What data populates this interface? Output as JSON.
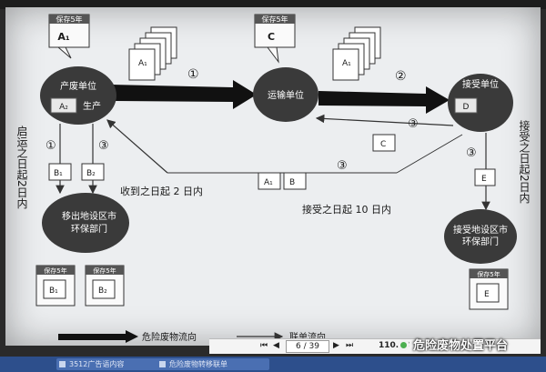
{
  "diagram": {
    "node_generator": {
      "label_top": "产废单位",
      "label_sub": "生产",
      "doc_in_note": "A₂"
    },
    "node_transporter": {
      "label": "运输单位"
    },
    "node_receiver": {
      "label": "接受单位",
      "doc": "D"
    },
    "node_source_epa": {
      "label_l1": "移出地设区市",
      "label_l2": "环保部门"
    },
    "node_dest_epa": {
      "label_l1": "接受地设区市",
      "label_l2": "环保部门"
    },
    "note_a1": {
      "title": "保存5年",
      "doc": "A₁"
    },
    "note_c": {
      "title": "保存5年",
      "doc": "C"
    },
    "keep_b1": {
      "title": "保存5年",
      "doc": "B₁"
    },
    "keep_b2": {
      "title": "保存5年",
      "doc": "B₂"
    },
    "keep_e": {
      "title": "保存5年",
      "doc": "E"
    },
    "doc_b1": "B₁",
    "doc_b2": "B₂",
    "doc_e": "E",
    "doc_c": "C",
    "doc_a1": "A₁",
    "doc_b": "B",
    "stack_1_front": "A₁",
    "stack_2_front": "A₁",
    "circ_1": "①",
    "circ_2": "②",
    "circ_3": "③",
    "left_vertical": "启运之日起2日内",
    "right_vertical": "接受之日起2日内",
    "text_receive_2days": "收到之日起 2 日内",
    "text_accept_10days": "接受之日起 10 日内",
    "legend_waste_flow": "危险废物流向",
    "legend_form_flow": "联单流向"
  },
  "viewer": {
    "page_indicator": "6 / 39",
    "zoom": "110.43"
  },
  "taskbar": {
    "task1": "3512广告语内容",
    "task2": "危险废物转移联单"
  },
  "watermark": {
    "text": "危险废物处置平台"
  }
}
